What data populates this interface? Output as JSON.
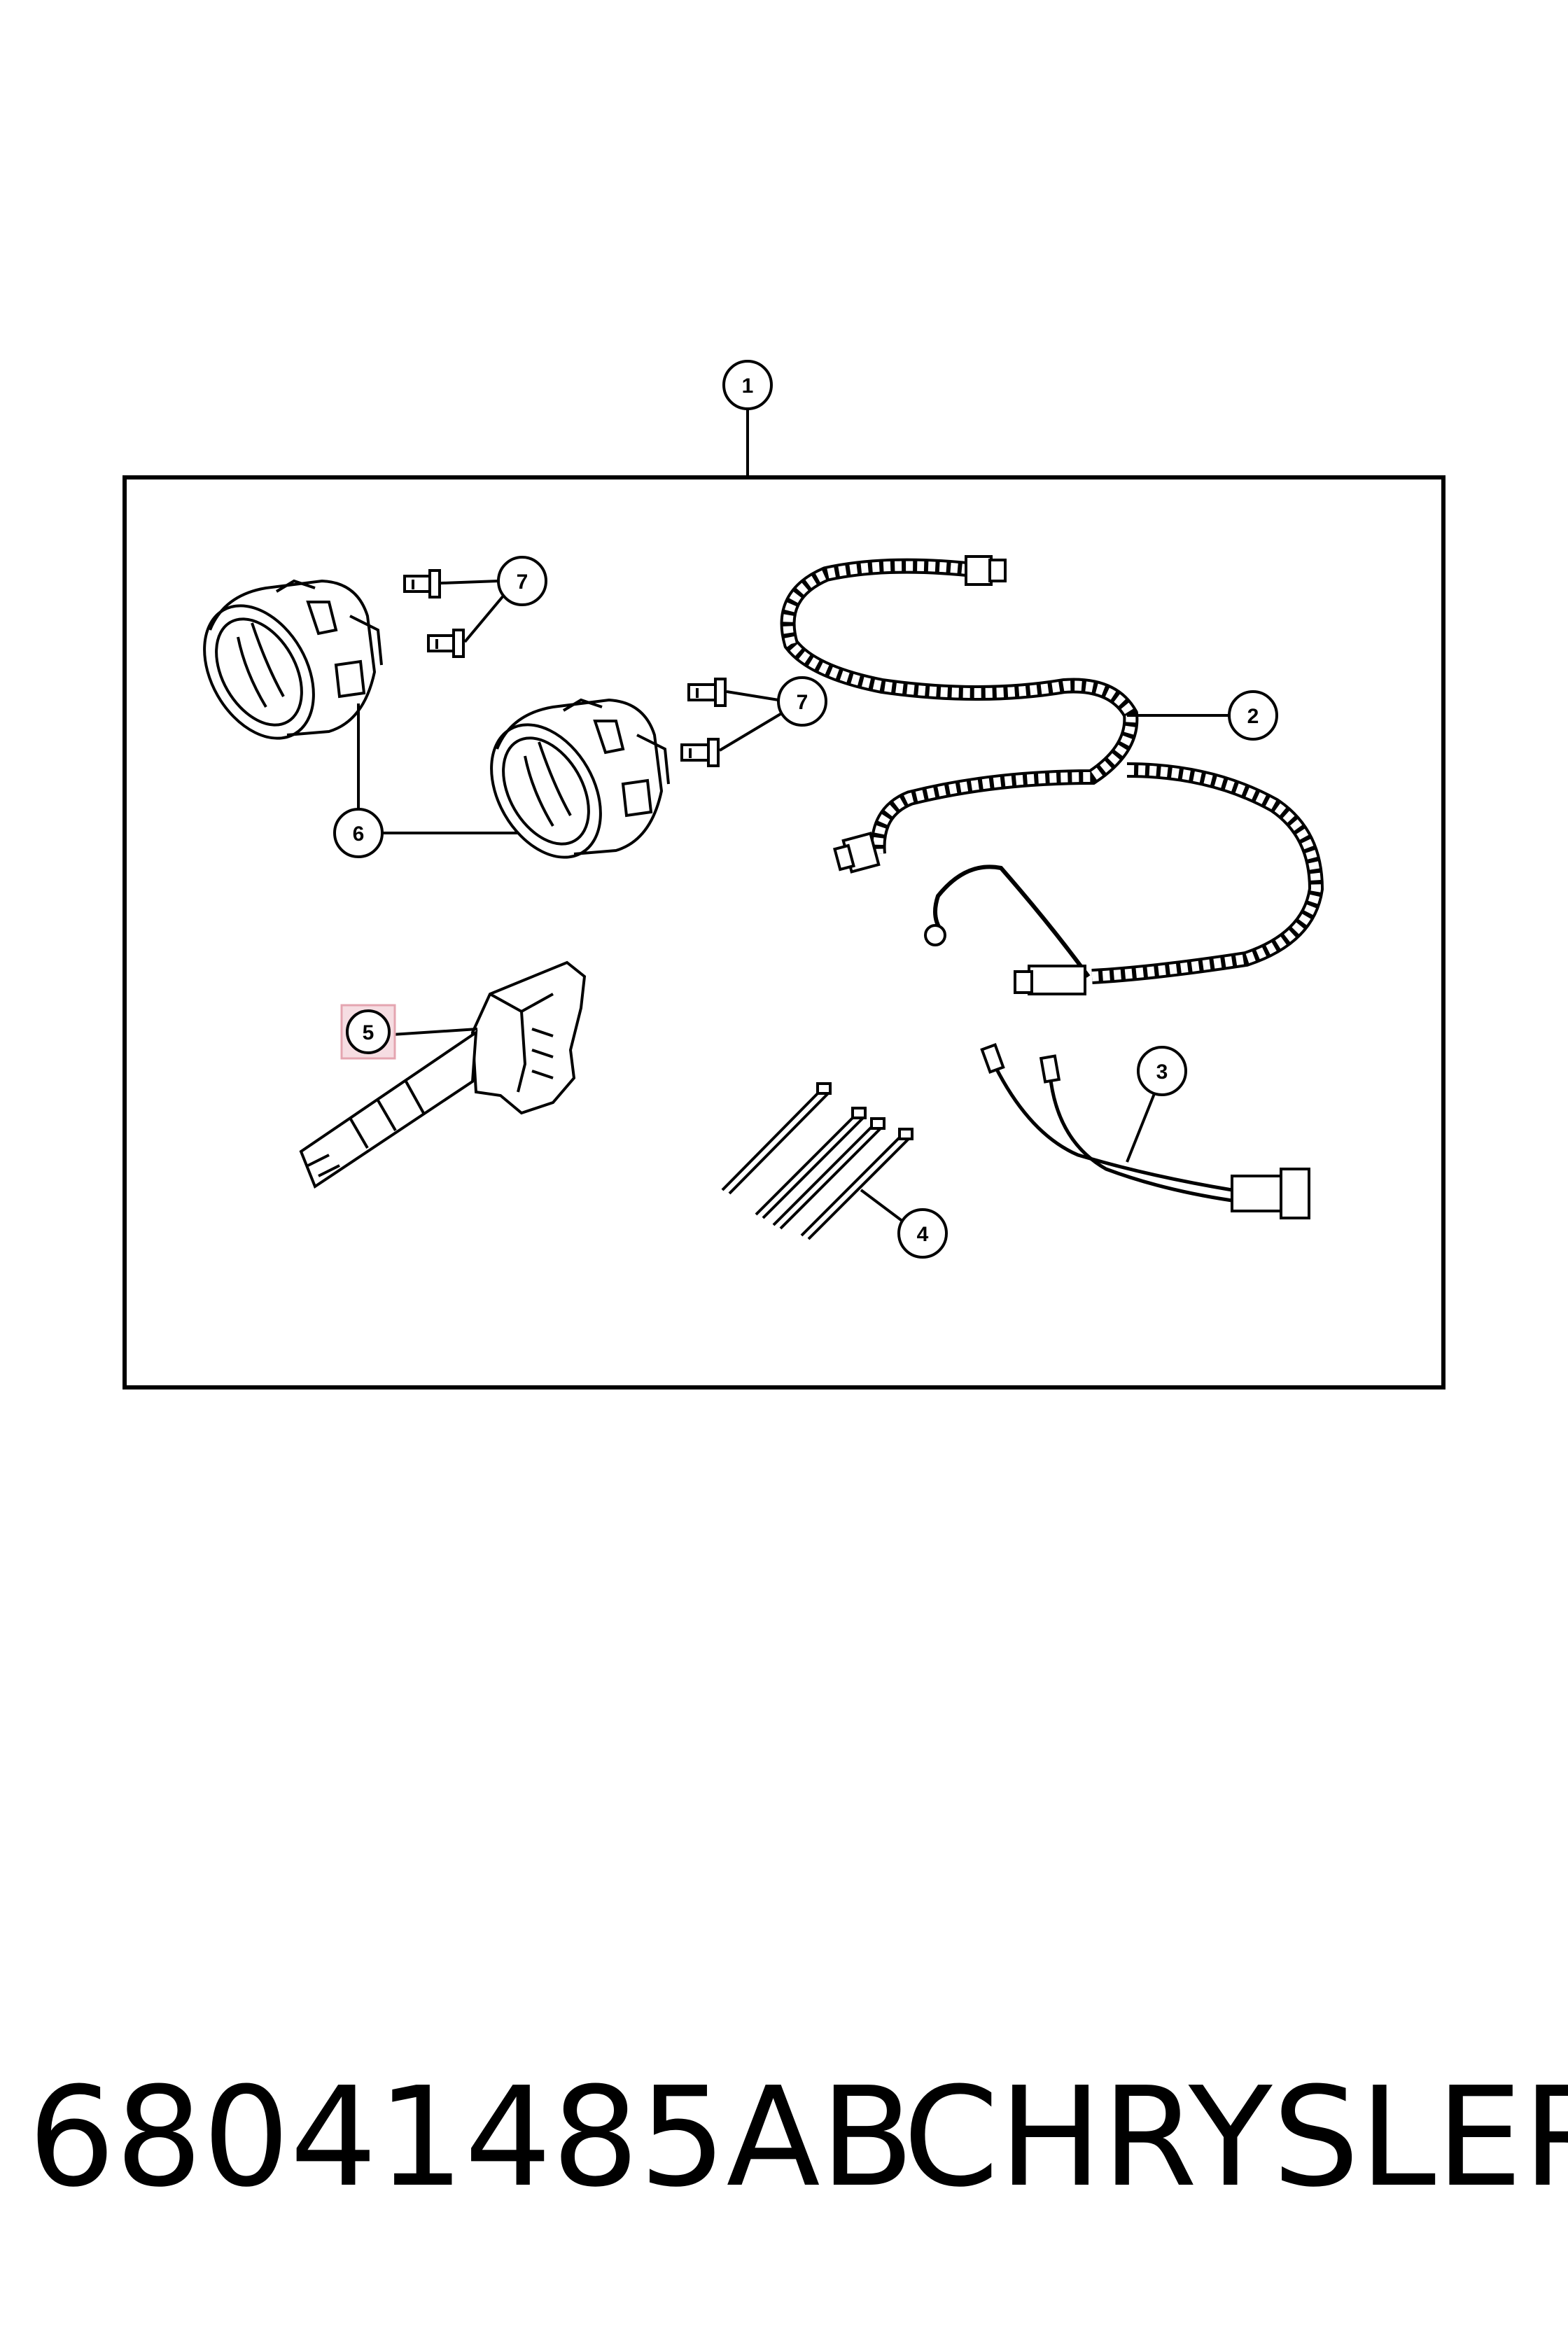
{
  "diagram": {
    "callouts": [
      {
        "id": "callout-1",
        "label": "1"
      },
      {
        "id": "callout-2",
        "label": "2"
      },
      {
        "id": "callout-3",
        "label": "3"
      },
      {
        "id": "callout-4",
        "label": "4"
      },
      {
        "id": "callout-5",
        "label": "5",
        "highlighted": true
      },
      {
        "id": "callout-6",
        "label": "6"
      },
      {
        "id": "callout-7a",
        "label": "7"
      },
      {
        "id": "callout-7b",
        "label": "7"
      }
    ],
    "highlight_color": "#e4a5b0"
  },
  "footer": {
    "part_number": "68041485AB",
    "brand": "CHRYSLER"
  }
}
